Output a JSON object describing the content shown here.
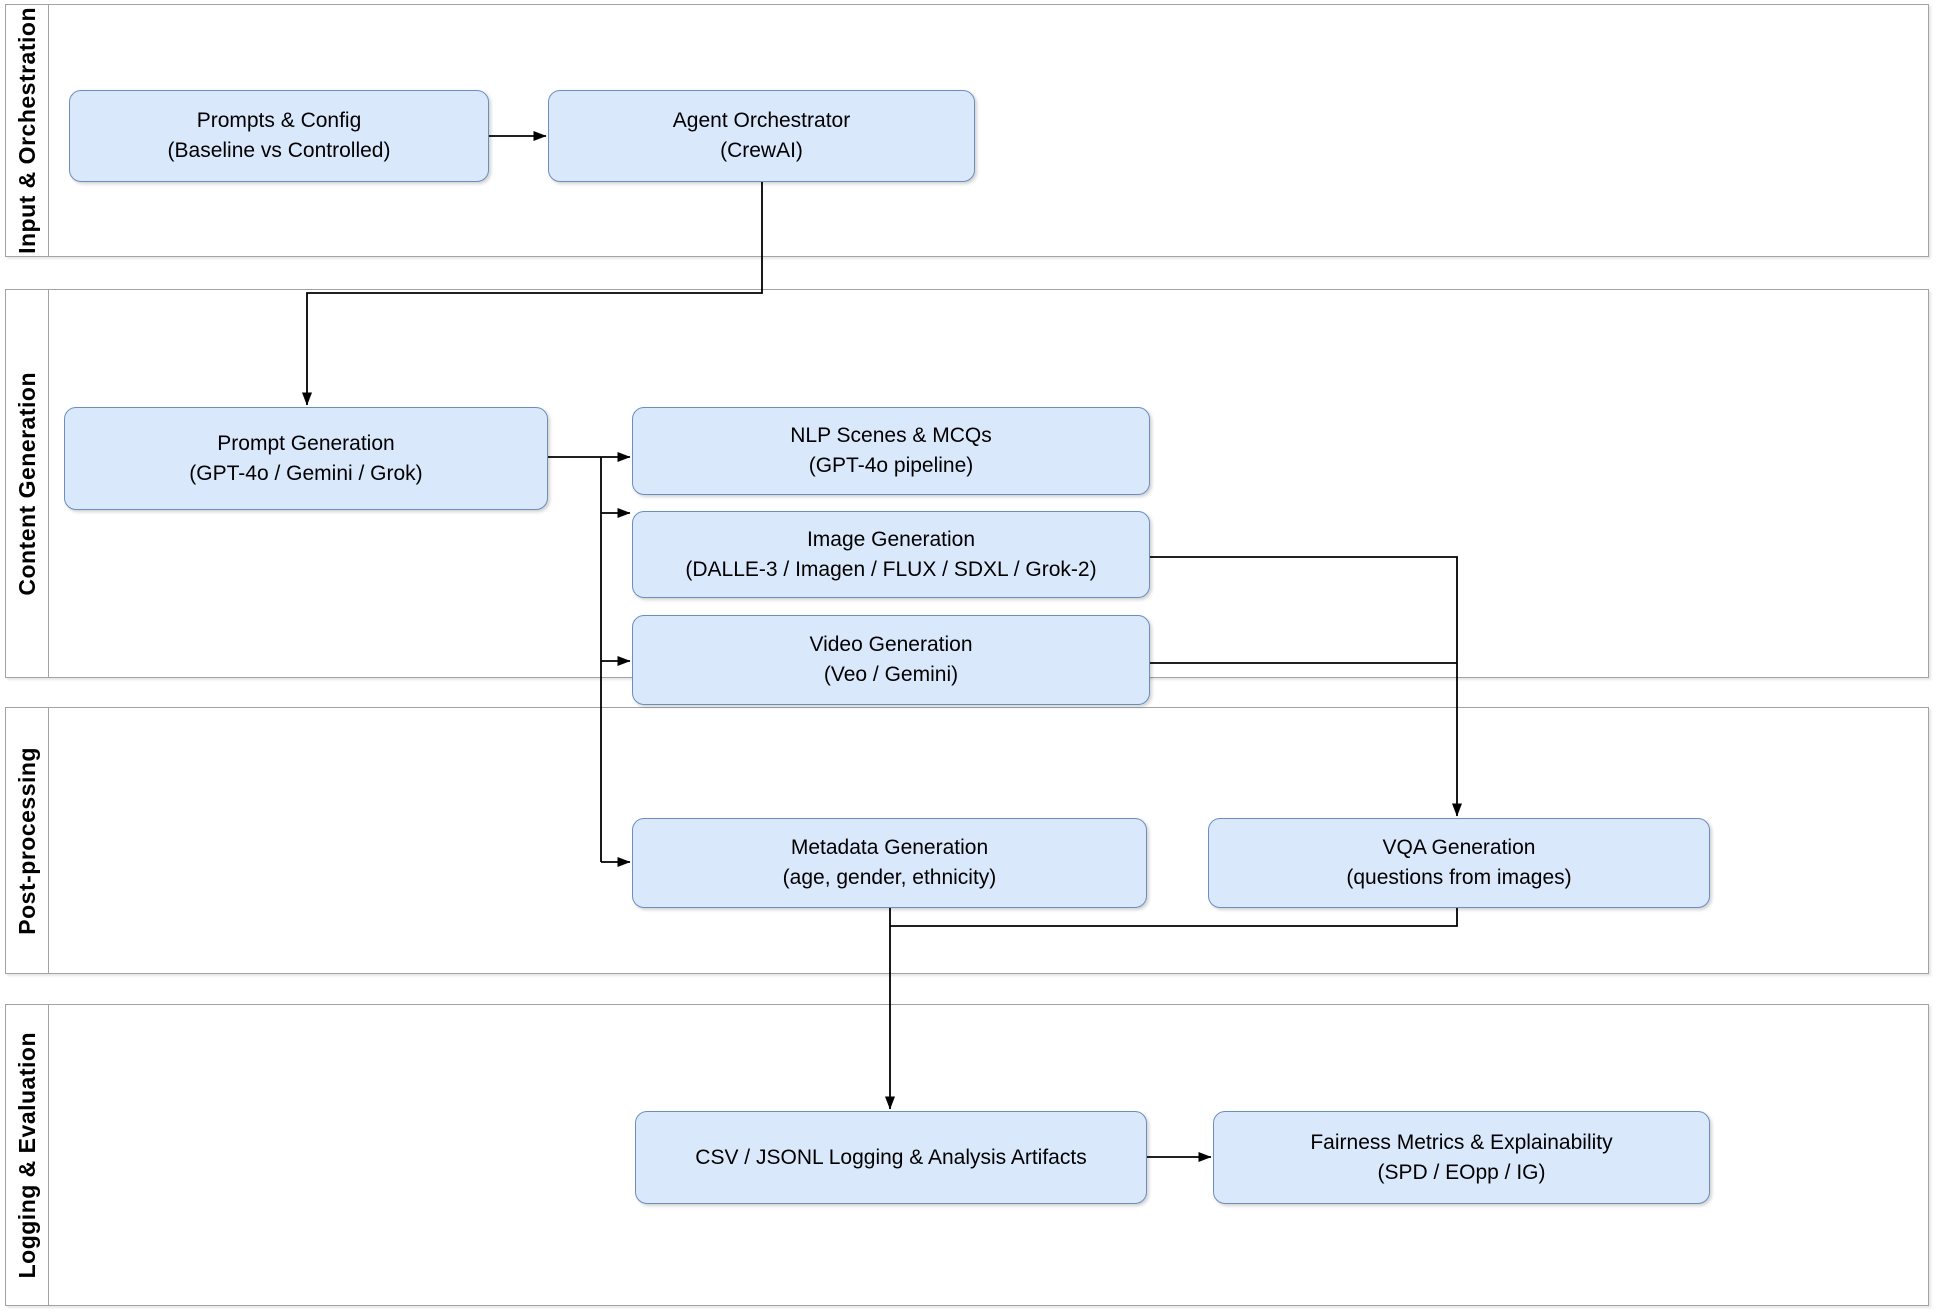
{
  "diagram": {
    "lanes": [
      {
        "label": "Input & Orchestration"
      },
      {
        "label": "Content Generation"
      },
      {
        "label": "Post-processing"
      },
      {
        "label": "Logging & Evaluation"
      }
    ],
    "nodes": {
      "prompts_config": {
        "line1": "Prompts & Config",
        "line2": "(Baseline vs Controlled)"
      },
      "agent_orchestrator": {
        "line1": "Agent Orchestrator",
        "line2": "(CrewAI)"
      },
      "prompt_generation": {
        "line1": "Prompt Generation",
        "line2": "(GPT-4o / Gemini / Grok)"
      },
      "nlp_scenes": {
        "line1": "NLP Scenes & MCQs",
        "line2": "(GPT-4o pipeline)"
      },
      "image_generation": {
        "line1": "Image Generation",
        "line2": "(DALLE-3 / Imagen / FLUX / SDXL / Grok-2)"
      },
      "video_generation": {
        "line1": "Video Generation",
        "line2": "(Veo / Gemini)"
      },
      "metadata_generation": {
        "line1": "Metadata Generation",
        "line2": "(age, gender, ethnicity)"
      },
      "vqa_generation": {
        "line1": "VQA Generation",
        "line2": "(questions from images)"
      },
      "csv_logging": {
        "line1": "CSV / JSONL Logging & Analysis Artifacts"
      },
      "fairness_metrics": {
        "line1": "Fairness Metrics & Explainability",
        "line2": "(SPD / EOpp / IG)"
      }
    },
    "colors": {
      "node_fill": "#dae8fc",
      "node_stroke": "#6c8ebf",
      "lane_border": "#a3a3a3",
      "connector": "#000000",
      "text": "#000000"
    }
  }
}
